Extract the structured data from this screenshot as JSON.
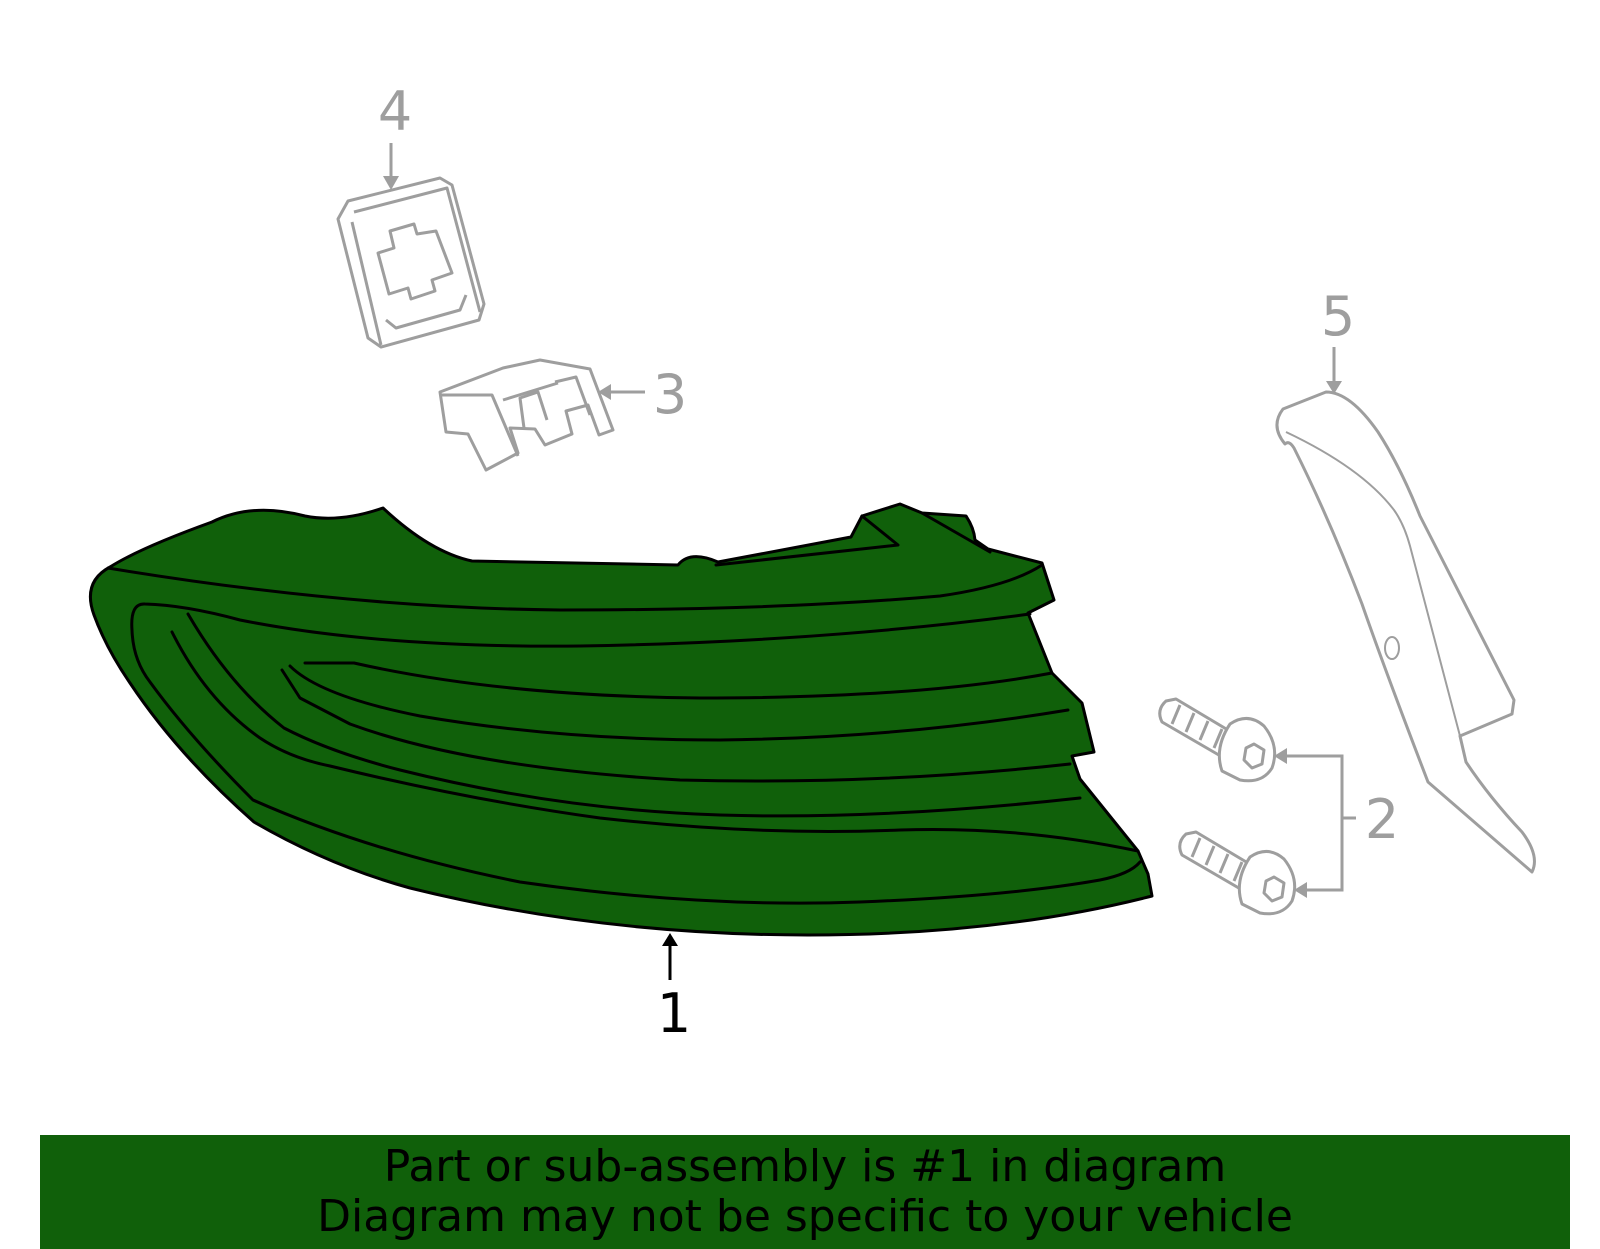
{
  "colors": {
    "highlight": "#10600a",
    "outline": "#000000",
    "secondary_part": "#9e9e9e",
    "background": "#ffffff"
  },
  "callouts": [
    {
      "id": "1",
      "label": "1",
      "highlighted": true
    },
    {
      "id": "2",
      "label": "2",
      "highlighted": false
    },
    {
      "id": "3",
      "label": "3",
      "highlighted": false
    },
    {
      "id": "4",
      "label": "4",
      "highlighted": false
    },
    {
      "id": "5",
      "label": "5",
      "highlighted": false
    }
  ],
  "banner": {
    "line1": "Part or sub-assembly is #1 in diagram",
    "line2": "Diagram may not be specific to your vehicle"
  }
}
